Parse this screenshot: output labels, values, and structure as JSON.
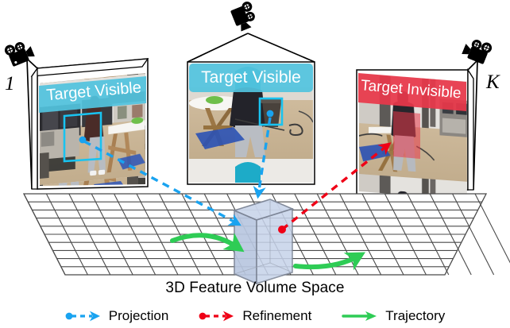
{
  "figure": {
    "volume_label": "3D Feature Volume Space"
  },
  "cameras": [
    {
      "name": "camera-first",
      "label": "1",
      "icon": "movie-camera-icon"
    },
    {
      "name": "camera-center",
      "label": "",
      "icon": "movie-camera-icon"
    },
    {
      "name": "camera-last",
      "label": "K",
      "icon": "movie-camera-icon"
    }
  ],
  "views": [
    {
      "id": "view-1",
      "banner": "Target Visible",
      "banner_color": "#52c3de",
      "status": "visible",
      "box_color": "#19c3f0",
      "scene": "person walking in a lab room with desks, monitors and a table"
    },
    {
      "id": "view-2",
      "banner": "Target Visible",
      "banner_color": "#52c3de",
      "status": "visible",
      "box_color": "#19c3f0",
      "scene": "person standing by a round table holding a trash bin"
    },
    {
      "id": "view-3",
      "banner": "Target Invisible",
      "banner_color": "#e8384a",
      "status": "invisible",
      "box_color": "#e8384a",
      "scene": "person occluded behind a table in a room with curtains"
    }
  ],
  "legend": [
    {
      "label": "Projection",
      "color": "#19a3f0",
      "style": "dot-dashed-arrow"
    },
    {
      "label": "Refinement",
      "color": "#ef0016",
      "style": "dot-dashed-arrow"
    },
    {
      "label": "Trajectory",
      "color": "#2ecc55",
      "style": "solid-arrow"
    }
  ],
  "colors": {
    "projection": "#19a3f0",
    "refinement": "#ef0016",
    "trajectory": "#2ecc55",
    "visible_banner": "#52c3de",
    "invisible_banner": "#e8384a",
    "cube_fill": "#c8d4ea",
    "cube_edge": "#7c8596",
    "grid_line": "#4a4a4a"
  }
}
